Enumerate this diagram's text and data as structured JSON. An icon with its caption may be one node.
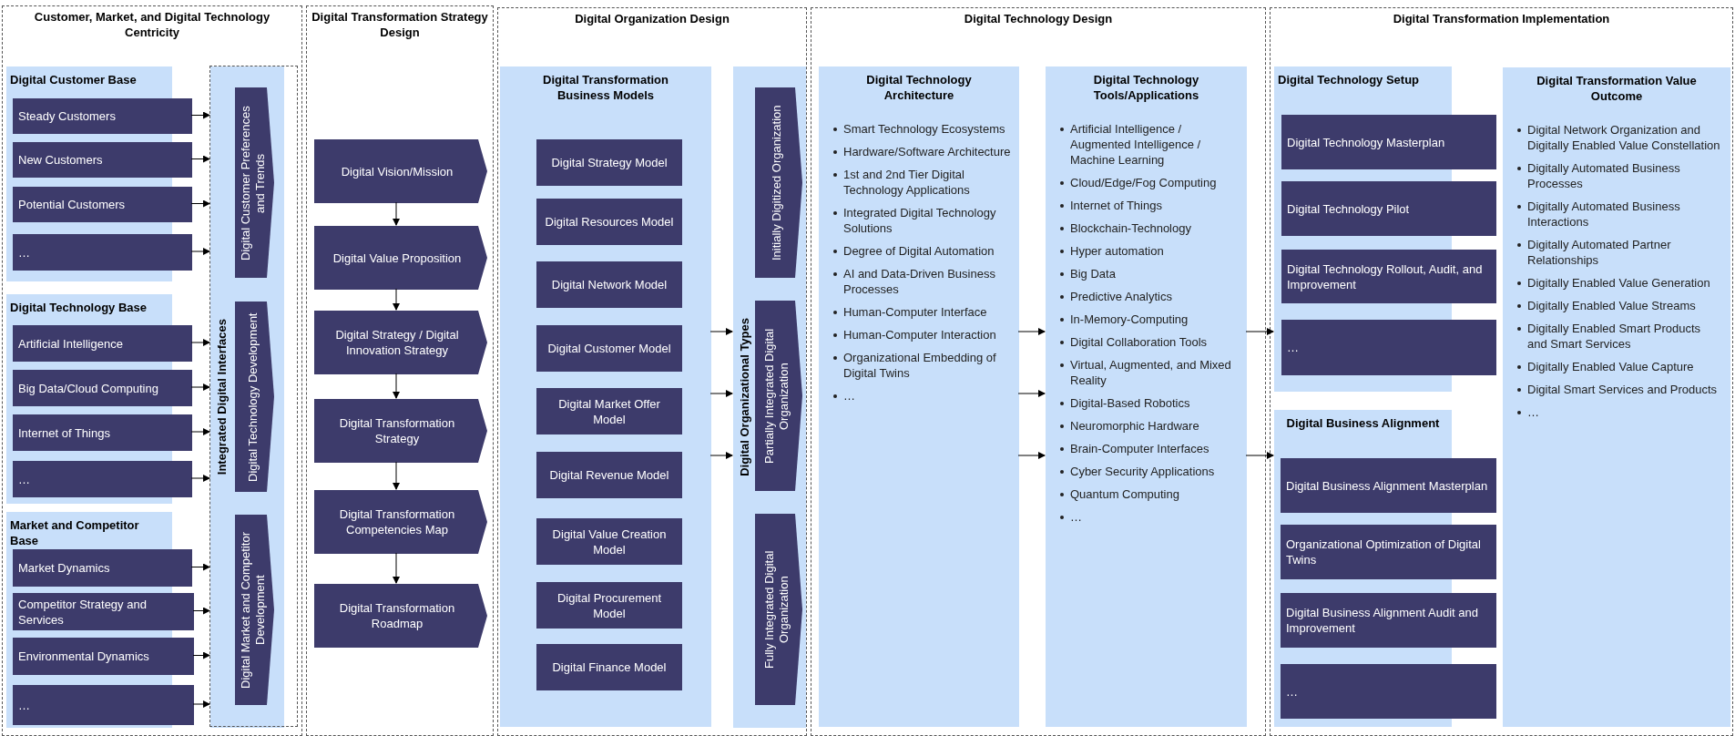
{
  "diagram": {
    "nodes": [
      {
        "text": [
          "Customer, Market, and Digital Technology Centricity"
        ]
      },
      {
        "text": [
          "Digital Transformation Strategy Design"
        ]
      },
      {
        "text": [
          "Digital Organization Design"
        ]
      },
      {
        "text": [
          "Digital Technology Design"
        ]
      },
      {
        "text": [
          "Digital Transformation Implementation"
        ]
      },
      {
        "text": [
          "Digital Customer Base"
        ],
        "in": 0
      },
      {
        "text": [
          "Steady Customers"
        ],
        "in": 0
      },
      {
        "text": [
          "New Customers"
        ],
        "in": 0
      },
      {
        "text": [
          "Potential Customers"
        ],
        "in": 0
      },
      {
        "text": [
          "…"
        ],
        "in": 0
      },
      {
        "text": [
          "Digital Technology Base"
        ],
        "in": 0
      },
      {
        "text": [
          "Artificial Intelligence"
        ],
        "in": 0
      },
      {
        "text": [
          "Big Data/Cloud Computing"
        ],
        "in": 0
      },
      {
        "text": [
          "Internet of Things"
        ],
        "in": 0
      },
      {
        "text": [
          "…"
        ],
        "in": 0
      },
      {
        "text": [
          "Market and Competitor Base"
        ],
        "in": 0
      },
      {
        "text": [
          "Market Dynamics"
        ],
        "in": 0
      },
      {
        "text": [
          "Competitor Strategy and Services"
        ],
        "in": 0
      },
      {
        "text": [
          "Environmental Dynamics"
        ],
        "in": 0
      },
      {
        "text": [
          "…"
        ],
        "in": 0
      },
      {
        "text": [
          "Integrated Digital Interfaces"
        ],
        "in": 0
      },
      {
        "text": [
          "Digital Customer Preferences and Trends"
        ],
        "in": 20
      },
      {
        "text": [
          "Digital Technology Development"
        ],
        "in": 20
      },
      {
        "text": [
          "Digital Market and Competitor Development"
        ],
        "in": 20
      },
      {
        "text": [
          "Digital Vision/Mission"
        ],
        "in": 1
      },
      {
        "text": [
          "Digital Value Proposition"
        ],
        "in": 1
      },
      {
        "text": [
          "Digital Strategy / Digital Innovation Strategy"
        ],
        "in": 1
      },
      {
        "text": [
          "Digital Transformation Strategy"
        ],
        "in": 1
      },
      {
        "text": [
          "Digital Transformation Competencies Map"
        ],
        "in": 1
      },
      {
        "text": [
          "Digital Transformation Roadmap"
        ],
        "in": 1
      },
      {
        "text": [
          "Digital Transformation Business Models"
        ],
        "in": 2
      },
      {
        "text": [
          "Digital Strategy Model"
        ],
        "in": 30
      },
      {
        "text": [
          "Digital Resources Model"
        ],
        "in": 30
      },
      {
        "text": [
          "Digital Network Model"
        ],
        "in": 30
      },
      {
        "text": [
          "Digital Customer Model"
        ],
        "in": 30
      },
      {
        "text": [
          "Digital Market Offer Model"
        ],
        "in": 30
      },
      {
        "text": [
          "Digital Revenue Model"
        ],
        "in": 30
      },
      {
        "text": [
          "Digital Value Creation Model"
        ],
        "in": 30
      },
      {
        "text": [
          "Digital Procurement Model"
        ],
        "in": 30
      },
      {
        "text": [
          "Digital Finance Model"
        ],
        "in": 30
      },
      {
        "text": [
          "Digital Organizational Types"
        ],
        "in": 2
      },
      {
        "text": [
          "Initially Digitized Organization"
        ],
        "in": 40
      },
      {
        "text": [
          "Partially Integrated Digital Organization"
        ],
        "in": 40
      },
      {
        "text": [
          "Fully Integrated Digital Organization"
        ],
        "in": 40
      },
      {
        "text": [
          "Digital Technology Architecture",
          "Smart Technology Ecosystems",
          "Hardware/Software Architecture",
          "1st and 2nd Tier Digital Technology Applications",
          "Integrated Digital Technology Solutions",
          "Degree of Digital Automation",
          "AI and Data-Driven Business Processes",
          "Human-Computer Interface",
          "Human-Computer Interaction",
          "Organizational Embedding of Digital Twins",
          "…"
        ],
        "in": 3
      },
      {
        "text": [
          "Digital Technology Tools/Applications",
          "Artificial Intelligence / Augmented Intelligence / Machine Learning",
          "Cloud/Edge/Fog Computing",
          "Internet of Things",
          "Blockchain-Technology",
          "Hyper automation",
          "Big Data",
          "Predictive Analytics",
          "In-Memory-Computing",
          "Digital Collaboration Tools",
          "Virtual, Augmented, and Mixed Reality",
          "Digital-Based Robotics",
          "Neuromorphic Hardware",
          "Brain-Computer Interfaces",
          "Cyber Security Applications",
          "Quantum Computing",
          "…"
        ],
        "in": 3
      },
      {
        "text": [
          "Digital Technology Setup"
        ],
        "in": 4
      },
      {
        "text": [
          "Digital Technology Masterplan"
        ],
        "in": 4
      },
      {
        "text": [
          "Digital Technology Pilot"
        ],
        "in": 4
      },
      {
        "text": [
          "Digital Technology Rollout, Audit, and Improvement"
        ],
        "in": 4
      },
      {
        "text": [
          "…"
        ],
        "in": 4
      },
      {
        "text": [
          "Digital Business Alignment"
        ],
        "in": 4
      },
      {
        "text": [
          "Digital Business Alignment Masterplan"
        ],
        "in": 4
      },
      {
        "text": [
          "Organizational Optimization of Digital Twins"
        ],
        "in": 4
      },
      {
        "text": [
          "Digital Business Alignment Audit and Improvement"
        ],
        "in": 4
      },
      {
        "text": [
          "…"
        ],
        "in": 4
      },
      {
        "text": [
          "Digital Transformation Value Outcome",
          "Digital Network Organization and Digitally Enabled Value Constellation",
          "Digitally Automated Business Processes",
          "Digitally Automated Business Interactions",
          "Digitally Automated Partner Relationships",
          "Digitally Enabled Value Generation",
          "Digitally Enabled Value Streams",
          "Digitally Enabled Smart Products and Smart Services",
          "Digitally Enabled Value Capture",
          "Digital Smart Services and Products",
          "…"
        ],
        "in": 4
      }
    ],
    "edges": [
      {
        "from": 6,
        "to": 20,
        "arrow": "to"
      },
      {
        "from": 7,
        "to": 20,
        "arrow": "to"
      },
      {
        "from": 8,
        "to": 20,
        "arrow": "to"
      },
      {
        "from": 9,
        "to": 20,
        "arrow": "to"
      },
      {
        "from": 11,
        "to": 20,
        "arrow": "to"
      },
      {
        "from": 12,
        "to": 20,
        "arrow": "to"
      },
      {
        "from": 13,
        "to": 20,
        "arrow": "to"
      },
      {
        "from": 14,
        "to": 20,
        "arrow": "to"
      },
      {
        "from": 16,
        "to": 20,
        "arrow": "to"
      },
      {
        "from": 17,
        "to": 20,
        "arrow": "to"
      },
      {
        "from": 18,
        "to": 20,
        "arrow": "to"
      },
      {
        "from": 19,
        "to": 20,
        "arrow": "to"
      },
      {
        "from": 24,
        "to": 25,
        "arrow": "to"
      },
      {
        "from": 25,
        "to": 26,
        "arrow": "to"
      },
      {
        "from": 26,
        "to": 27,
        "arrow": "to"
      },
      {
        "from": 27,
        "to": 28,
        "arrow": "to"
      },
      {
        "from": 28,
        "to": 29,
        "arrow": "to"
      },
      {
        "from": 30,
        "to": 40,
        "arrow": "to"
      },
      {
        "from": 30,
        "to": 40,
        "arrow": "to"
      },
      {
        "from": 30,
        "to": 40,
        "arrow": "to"
      },
      {
        "from": 44,
        "to": 45,
        "arrow": "to"
      },
      {
        "from": 44,
        "to": 45,
        "arrow": "to"
      },
      {
        "from": 44,
        "to": 45,
        "arrow": "to"
      },
      {
        "from": 45,
        "to": 46,
        "arrow": "to"
      },
      {
        "from": 45,
        "to": 51,
        "arrow": "to"
      }
    ]
  }
}
